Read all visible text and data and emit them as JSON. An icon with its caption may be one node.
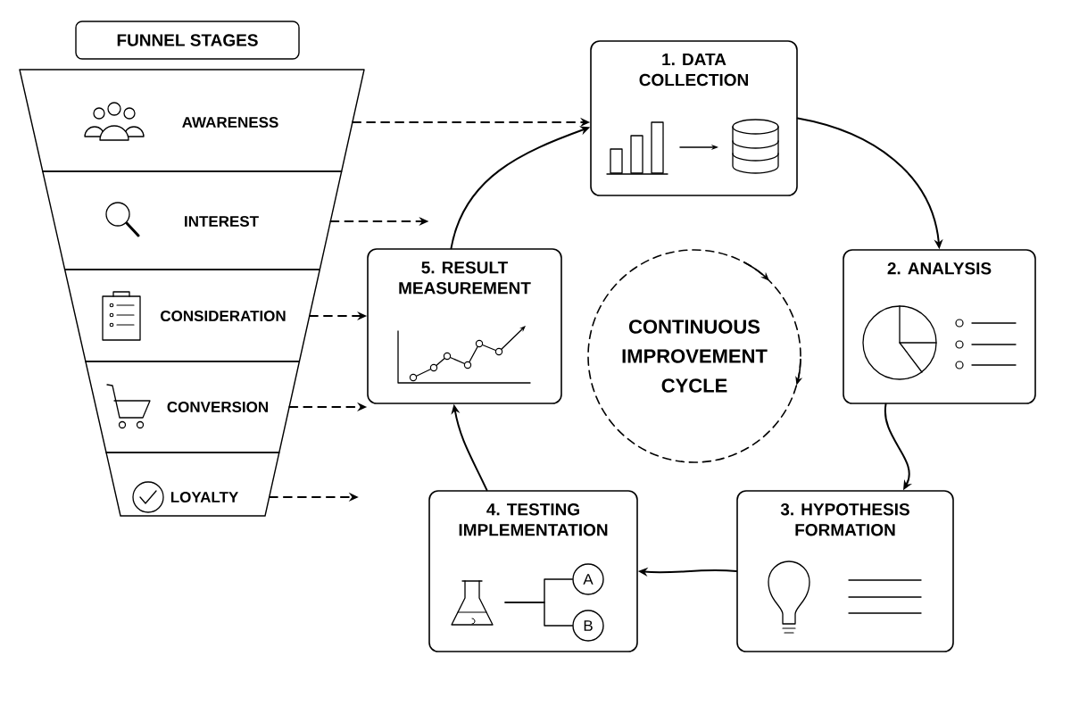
{
  "diagram": {
    "nodes": [
      {
        "text": [
          "FUNNEL STAGES"
        ]
      },
      {
        "text": [
          "AWARENESS"
        ]
      },
      {
        "text": [
          "INTEREST"
        ]
      },
      {
        "text": [
          "CONSIDERATION"
        ]
      },
      {
        "text": [
          "CONVERSION"
        ]
      },
      {
        "text": [
          "LOYALTY"
        ]
      },
      {
        "text": [
          "1. DATA COLLECTION"
        ]
      },
      {
        "text": [
          "2. ANALYSIS"
        ]
      },
      {
        "text": [
          "3. HYPOTHESIS FORMATION"
        ]
      },
      {
        "text": [
          "4. TESTING IMPLEMENTATION"
        ]
      },
      {
        "text": [
          "A"
        ],
        "in": 9
      },
      {
        "text": [
          "B"
        ],
        "in": 9
      },
      {
        "text": [
          "5. RESULT MEASUREMENT"
        ]
      },
      {
        "text": [
          "CONTINUOUS IMPROVEMENT CYCLE"
        ]
      }
    ],
    "edges": [
      {
        "from": 1,
        "to": 6,
        "arrow": "to",
        "style": "dashed"
      },
      {
        "from": 2,
        "to": null,
        "arrow": "to",
        "style": "dashed"
      },
      {
        "from": 3,
        "to": 12,
        "arrow": "to",
        "style": "dashed"
      },
      {
        "from": 4,
        "to": 12,
        "arrow": "to",
        "style": "dashed"
      },
      {
        "from": 5,
        "to": null,
        "arrow": "to",
        "style": "dashed"
      },
      {
        "from": 6,
        "to": 7,
        "arrow": "to"
      },
      {
        "from": 7,
        "to": 8,
        "arrow": "to"
      },
      {
        "from": 8,
        "to": 9,
        "arrow": "to"
      },
      {
        "from": 9,
        "to": 12,
        "arrow": "to"
      },
      {
        "from": 12,
        "to": 6,
        "arrow": "to"
      },
      {
        "from": null,
        "to": 10,
        "arrow": "none"
      },
      {
        "from": null,
        "to": 11,
        "arrow": "none"
      }
    ]
  }
}
